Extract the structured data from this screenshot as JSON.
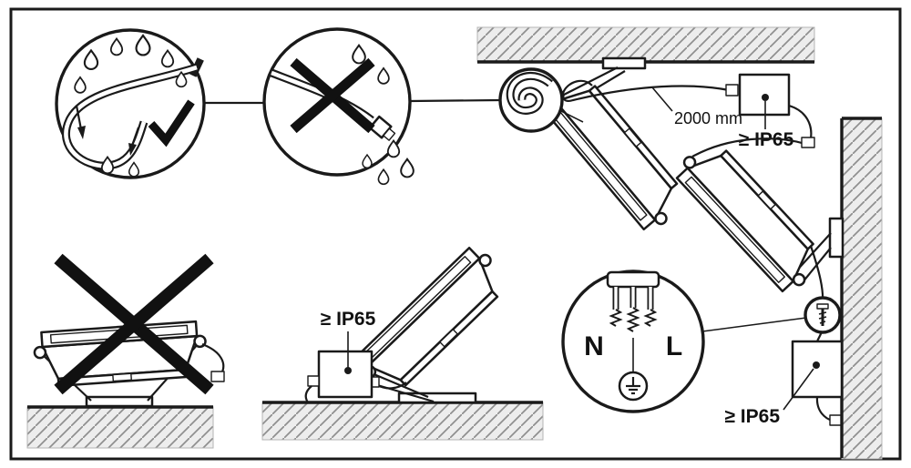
{
  "page": {
    "background": "#ffffff",
    "border_color": "#1a1a1a"
  },
  "colors": {
    "line": "#1a1a1a",
    "hatch_line": "#8f8f8f",
    "hatch_fill": "#ededed"
  },
  "labels": {
    "cable_length": "2000 mm",
    "ip_rating_ceiling_box": "≥ IP65",
    "ip_rating_ground_box": "≥ IP65",
    "ip_rating_wall_box": "≥ IP65",
    "wire_neutral": "N",
    "wire_live": "L"
  },
  "icons": {
    "checkmark-icon": "✓",
    "cross-icon": "✕",
    "droplet-icon": "💧",
    "earth-ground-icon": "⏚",
    "screw-icon": "🔩",
    "drip-loop-icon": "↺"
  }
}
